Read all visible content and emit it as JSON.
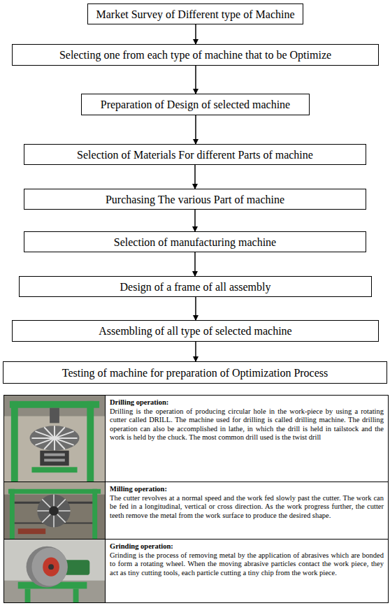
{
  "diagram": {
    "nodes": [
      {
        "text": [
          "Market Survey of Different type of Machine"
        ]
      },
      {
        "text": [
          "Selecting one from each type of machine that to be Optimize"
        ]
      },
      {
        "text": [
          "Preparation of Design of selected machine"
        ]
      },
      {
        "text": [
          "Selection of Materials For different Parts of machine"
        ]
      },
      {
        "text": [
          "Purchasing The various Part of machine"
        ]
      },
      {
        "text": [
          "Selection of manufacturing machine"
        ]
      },
      {
        "text": [
          "Design of a frame of all assembly"
        ]
      },
      {
        "text": [
          "Assembling of all type of selected machine"
        ]
      },
      {
        "text": [
          "Testing of machine for preparation of Optimization Process"
        ]
      },
      {
        "text": [
          "Drilling operation:",
          "Drilling is the operation of producing circular hole in the work-piece by using a rotating cutter called DRILL. The machine used for drilling is called drilling machine. The drilling operation can also be accomplished in lathe, in which the drill is held in tailstock and the work is held by the chuck. The most common drill used is the twist drill"
        ]
      },
      {
        "text": [
          "Milling operation:",
          "The cutter revolves at a normal speed and the work fed slowly past the cutter. The work can be fed in a longitudinal, vertical or cross direction. As the work progress further, the cutter teeth remove the metal from the work surface to produce the desired shape."
        ]
      },
      {
        "text": [
          "Grinding operation:",
          "Grinding is the process of removing metal by the application of abrasives which are bonded to form a rotating wheel. When the moving abrasive particles contact the work piece, they act as tiny cutting tools, each particle cutting a tiny chip from the work piece."
        ]
      }
    ],
    "edges": [
      {
        "from": 0,
        "to": 1,
        "arrow": "to"
      },
      {
        "from": 1,
        "to": 2,
        "arrow": "to"
      },
      {
        "from": 2,
        "to": 3,
        "arrow": "to"
      },
      {
        "from": 3,
        "to": 4,
        "arrow": "to"
      },
      {
        "from": 4,
        "to": 5,
        "arrow": "to"
      },
      {
        "from": 5,
        "to": 6,
        "arrow": "to"
      },
      {
        "from": 6,
        "to": 7,
        "arrow": "to"
      },
      {
        "from": 7,
        "to": 8,
        "arrow": "to"
      }
    ]
  }
}
